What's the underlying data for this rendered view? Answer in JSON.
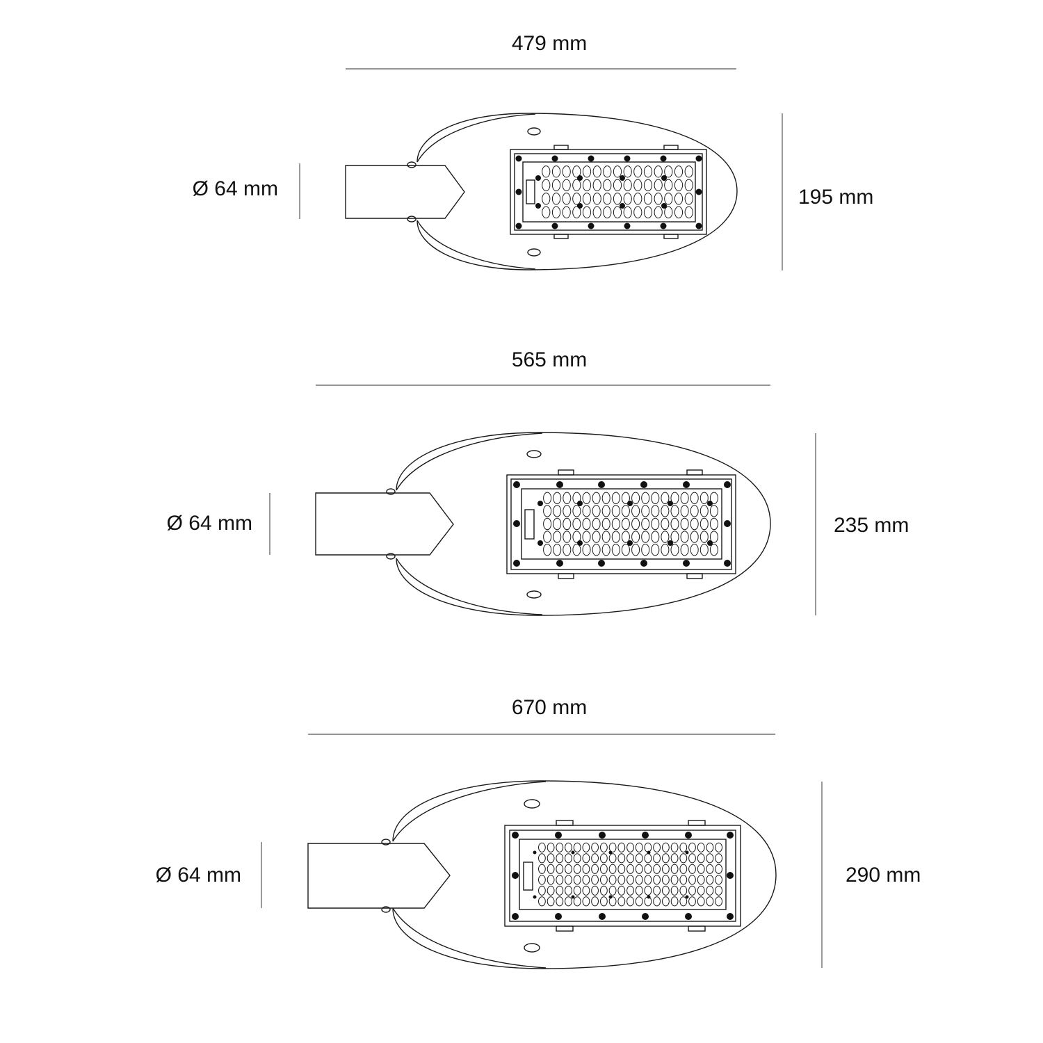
{
  "colors": {
    "line": "#1a1a1a",
    "dimension_line": "#555555",
    "background": "#ffffff"
  },
  "views": [
    {
      "width_label": "479 mm",
      "height_label": "195 mm",
      "diameter_label": "Ø  64 mm",
      "led_rows": 4,
      "led_columns": 15
    },
    {
      "width_label": "565 mm",
      "height_label": "235 mm",
      "diameter_label": "Ø  64 mm",
      "led_rows": 5,
      "led_columns": 18
    },
    {
      "width_label": "670 mm",
      "height_label": "290 mm",
      "diameter_label": "Ø  64 mm",
      "led_rows": 6,
      "led_columns": 21
    }
  ]
}
